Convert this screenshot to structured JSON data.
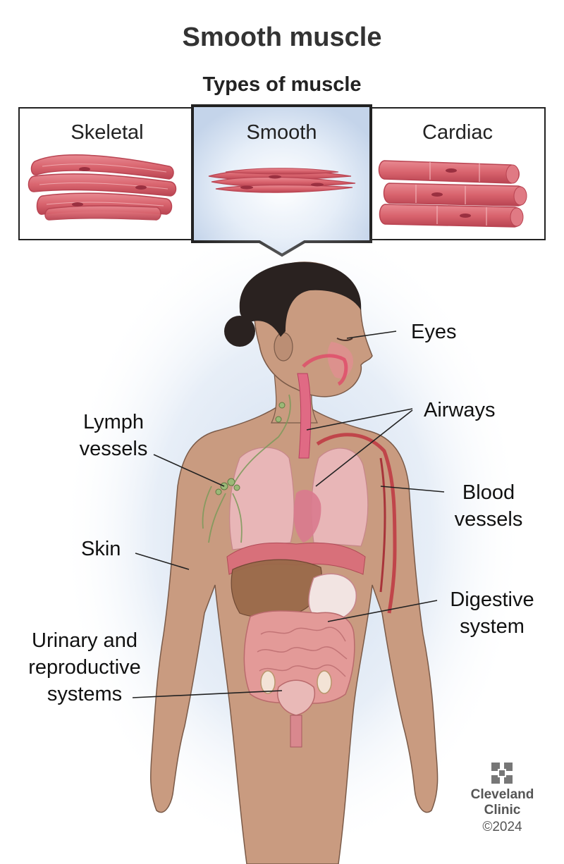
{
  "title": "Smooth muscle",
  "subtitle": "Types of muscle",
  "muscle_types": [
    {
      "label": "Skeletal"
    },
    {
      "label": "Smooth",
      "selected": true
    },
    {
      "label": "Cardiac"
    }
  ],
  "labels": {
    "eyes": "Eyes",
    "airways": "Airways",
    "lymph_line1": "Lymph",
    "lymph_line2": "vessels",
    "blood_line1": "Blood",
    "blood_line2": "vessels",
    "skin": "Skin",
    "digestive_line1": "Digestive",
    "digestive_line2": "system",
    "urinary_line1": "Urinary and",
    "urinary_line2": "reproductive",
    "urinary_line3": "systems"
  },
  "logo": {
    "line1": "Cleveland",
    "line2": "Clinic"
  },
  "copyright": "©2024",
  "colors": {
    "muscle": "#d9646e",
    "muscle_dark": "#b94452",
    "skin": "#c89a7e",
    "hair": "#2a2220",
    "lung": "#eab3b8",
    "liver": "#9a6a4a",
    "intestine": "#e39a98",
    "glow": "#c9d8ec"
  }
}
